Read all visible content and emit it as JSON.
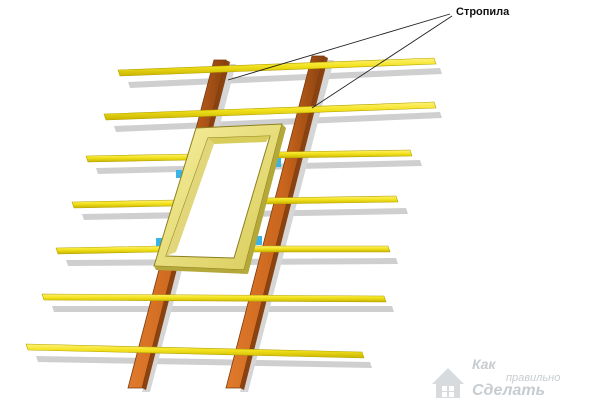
{
  "callout": {
    "label": "Стропила"
  },
  "watermark": {
    "line1": "Как",
    "line2": "правильно",
    "line3": "Сделать",
    "logo_icon": "house-logo-icon"
  },
  "colors": {
    "batten": "#f2e21c",
    "batten_edge": "#b8a400",
    "rafter": "#c8641c",
    "rafter_edge": "#7a3a0e",
    "frame": "#ece07a",
    "shadow": "#c9c9c9",
    "bracket": "#3ab3e6",
    "leader": "#222222"
  }
}
